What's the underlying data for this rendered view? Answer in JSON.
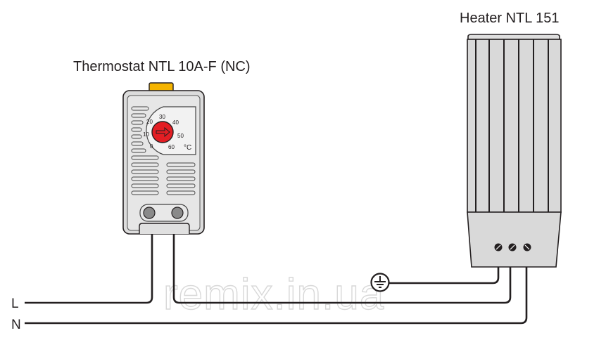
{
  "thermostat": {
    "title": "Thermostat NTL 10A-F (NC)",
    "scale": [
      "0",
      "10",
      "20",
      "30",
      "40",
      "50",
      "60"
    ],
    "unit": "°C",
    "dial_color": "#e31e24",
    "tab_color": "#f5b400"
  },
  "heater": {
    "title": "Heater NTL 151"
  },
  "lines": {
    "live": "L",
    "neutral": "N"
  },
  "icons": {
    "earth": "ground-symbol-icon"
  },
  "watermark": "remix.in.ua"
}
